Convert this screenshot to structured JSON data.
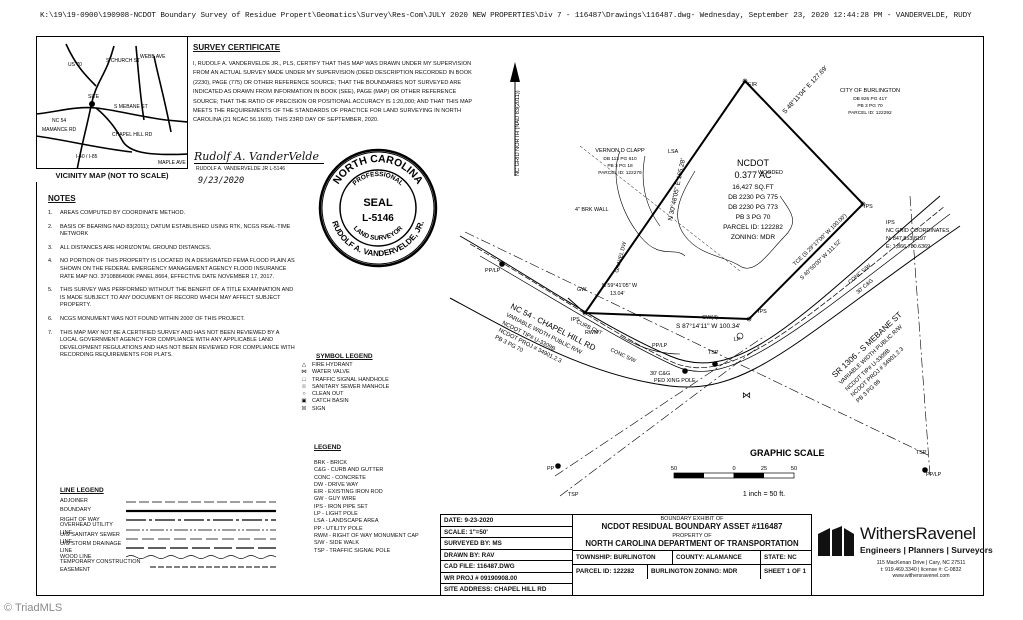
{
  "file_path": "K:\\19\\19-0900\\190908-NCDOT Boundary Survey of Residue Propert\\Geomatics\\Survey\\Res-Com\\JULY 2020 NEW PROPERTIES\\Div 7 - 116487\\Drawings\\116487.dwg- Wednesday, September 23, 2020 12:44:28 PM - VANDERVELDE, RUDY",
  "vicinity_map": {
    "title": "VICINITY MAP (NOT TO SCALE)",
    "labels": {
      "site": "SITE",
      "us70": "US 70",
      "church": "S CHURCH ST",
      "webb": "WEBB AVE",
      "mebane": "S MEBANE ST",
      "chapel": "CHAPEL HILL RD",
      "maple": "MAPLE AVE",
      "i40": "I-40 / I-85",
      "mamance": "MAMANCE RD",
      "nc54": "NC 54"
    }
  },
  "certificate": {
    "title": "SURVEY CERTIFICATE",
    "body": "I, RUDOLF A. VANDERVELDE JR., PLS, CERTIFY THAT THIS MAP WAS DRAWN UNDER MY SUPERVISION FROM AN ACTUAL SURVEY MADE UNDER MY SUPERVISION (DEED DESCRIPTION RECORDED IN BOOK (2230), PAGE (775) OR OTHER REFERENCE SOURCE; THAT THE BOUNDARIES NOT SURVEYED ARE INDICATED AS DRAWN FROM INFORMATION IN BOOK (SEE), PAGE (MAP) OR OTHER REFERENCE SOURCE; THAT THE RATIO OF PRECISION OR POSITIONAL ACCURACY IS 1:20,000; AND THAT THIS MAP MEETS THE REQUIREMENTS OF THE STANDARDS OF PRACTICE FOR LAND SURVEYING IN NORTH CAROLINA (21 NCAC 56.1600). THIS 23RD DAY OF SEPTEMBER, 2020.",
    "signature": "Rudolf A. VanderVelde",
    "signature_sub": "RUDOLF A. VANDERVELDE JR L-5146",
    "signed_date": "9/23/2020",
    "seal": {
      "top": "NORTH CAROLINA",
      "mid": "PROFESSIONAL",
      "seal": "SEAL",
      "number": "L-5146",
      "lower": "LAND SURVEYOR",
      "name": "RUDOLF A. VANDERVELDE, JR."
    }
  },
  "notes": {
    "title": "NOTES",
    "items": [
      {
        "n": "1.",
        "text": "AREAS COMPUTED BY COORDINATE METHOD."
      },
      {
        "n": "2.",
        "text": "BASIS OF BEARING NAD 83(2011); DATUM ESTABLISHED USING RTK, NCGS REAL-TIME NETWORK"
      },
      {
        "n": "3.",
        "text": "ALL DISTANCES ARE HORIZONTAL GROUND DISTANCES."
      },
      {
        "n": "4.",
        "text": "NO PORTION OF THIS PROPERTY IS LOCATED IN A DESIGNATED FEMA FLOOD PLAIN AS SHOWN ON THE FEDERAL EMERGENCY MANAGEMENT AGENCY FLOOD INSURANCE RATE MAP NO. 3710886400K PANEL 8664, EFFECTIVE DATE NOVEMBER 17, 2017."
      },
      {
        "n": "5.",
        "text": "THIS SURVEY WAS PERFORMED WITHOUT THE BENEFIT OF A TITLE EXAMINATION AND IS MADE SUBJECT TO ANY DOCUMENT OF RECORD WHICH MAY AFFECT SUBJECT PROPERTY."
      },
      {
        "n": "6.",
        "text": "NCGS MONUMENT WAS NOT FOUND WITHIN 2000' OF THIS PROJECT."
      },
      {
        "n": "7.",
        "text": "THIS MAP MAY NOT BE A CERTIFIED SURVEY AND HAS NOT BEEN REVIEWED BY A LOCAL GOVERNMENT AGENCY FOR COMPLIANCE WITH ANY APPLICABLE LAND DEVELOPMENT REGULATIONS AND HAS NOT BEEN REVIEWED FOR COMPLIANCE WITH RECORDING REQUIREMENTS FOR PLATS."
      }
    ]
  },
  "line_legend": {
    "title": "LINE LEGEND",
    "items": [
      "ADJOINER",
      "BOUNDARY",
      "RIGHT OF WAY",
      "OVERHEAD UTILITY LINE",
      "U/G SANITARY SEWER LINE",
      "U/G STORM DRAINAGE LINE",
      "WOOD LINE",
      "TEMPORARY CONSTRUCTION EASEMENT"
    ]
  },
  "symbol_legend": {
    "title": "SYMBOL LEGEND",
    "items": [
      "FIRE HYDRANT",
      "WATER VALVE",
      "TRAFFIC SIGNAL HANDHOLE",
      "SANITARY SEWER MANHOLE",
      "CLEAN OUT",
      "CATCH BASIN",
      "SIGN"
    ]
  },
  "abbr_legend": {
    "title": "LEGEND",
    "items": [
      "BRK - BRICK",
      "C&G - CURB AND GUTTER",
      "CONC - CONCRETE",
      "DW - DRIVE WAY",
      "EIR - EXISTING IRON ROD",
      "GW - GUY WIRE",
      "IPS - IRON PIPE SET",
      "LP - LIGHT POLE",
      "LSA - LANDSCAPE AREA",
      "PP - UTILITY POLE",
      "RWM - RIGHT OF WAY MONUMENT CAP",
      "S/W - SIDE WALK",
      "TSP - TRAFFIC SIGNAL POLE"
    ]
  },
  "plan": {
    "parcel": {
      "owner": "NCDOT",
      "acres": "0.377 AC",
      "sqft": "16,427 SQ.FT",
      "db1": "DB 2230 PG 775",
      "db2": "DB 2230 PG 773",
      "pb": "PB 3 PG 70",
      "parcel_id": "PARCEL ID: 122282",
      "zoning": "ZONING: MDR"
    },
    "adjoiner_clapp": [
      "VERNON D CLAPP",
      "DB 113 PG 610",
      "PB 3 PG 18",
      "PARCEL ID: 122279"
    ],
    "adjoiner_city": [
      "CITY OF BURLINGTON",
      "DB 926 PG 417",
      "PB 3 PG 70",
      "PARCEL ID: 122292"
    ],
    "grid_north": "NC GRID NORTH (NAD 83(2011))",
    "grid_coords": [
      "IPS",
      "NC GRID COORDINATES",
      "N: 847,853.8197",
      "E: 1,866,780.6369"
    ],
    "bearings": {
      "north_east": "S 48°11'04\" E  127.69'",
      "west": "N 30°48'05\" E  165.28'",
      "south": "S 87°14'11\" W  100.34'",
      "se_tce": "TCE (S 29°17'00\" W  100.00')",
      "se": "S 40°50'00\" W  111.52'",
      "tie": "N 59°41'05\" W",
      "tie_dist": "13.04'"
    },
    "labels": {
      "eir": "EIR",
      "lsa": "LSA",
      "wooded": "WOODED",
      "gravel": "GRAVEL DW",
      "brk_wall": "4\" BRK WALL",
      "gw": "GW",
      "rwm": "RWM",
      "ips": "IPS",
      "gw4": "GW(4)",
      "lp": "LP",
      "tsp": "TSP",
      "pp": "PP",
      "pplp": "PP/LP",
      "curb": "CURB CUT",
      "conc_sw": "CONC S/W",
      "cg": "30' C&G",
      "cg2": "30' C&G",
      "conc2": "CONC S/W",
      "ped": "PED XING POLE"
    },
    "nc54": [
      "NC 54 - CHAPEL HILL RD",
      "VARIABLE WIDTH PUBLIC R/W",
      "NCDOT TIP# U-3309B",
      "NCDOT PROJ # 34901.2.3",
      "PB 3 PG 70"
    ],
    "sr1306": [
      "SR 1306 - S MEBANE ST",
      "VARIABLE WIDTH PUBLIC R/W",
      "NCDOT TIP# U-3309B",
      "NCDOT PROJ # 34901.2.3",
      "PB 3 PG 98"
    ],
    "graphic_scale": {
      "title": "GRAPHIC SCALE",
      "ticks": [
        "50",
        "0",
        "25",
        "50"
      ],
      "text": "1 inch = 50 ft."
    }
  },
  "title_block": {
    "date": "DATE: 9-23-2020",
    "scale": "SCALE: 1\"=50'",
    "surveyed": "SURVEYED BY: MS",
    "drawn": "DRAWN BY: RAV",
    "cad": "CAD FILE: 116487.DWG",
    "wr_proj": "WR PROJ # 09190908.00",
    "site": "SITE ADDRESS: CHAPEL HILL RD",
    "exhibit_sub": "BOUNDARY EXHIBIT OF",
    "exhibit": "NCDOT RESIDUAL BOUNDARY ASSET #116487",
    "prop_sub": "PROPERTY OF",
    "owner": "NORTH CAROLINA DEPARTMENT OF TRANSPORTATION",
    "township": "TOWNSHIP: BURLINGTON",
    "county": "COUNTY: ALAMANCE",
    "state": "STATE: NC",
    "parcel": "PARCEL ID: 122282",
    "zoning": "BURLINGTON ZONING: MDR",
    "sheet": "SHEET 1 OF 1"
  },
  "firm": {
    "name": "WithersRavenel",
    "tagline": "Engineers | Planners | Surveyors",
    "address": "115 MacKenan Drive | Cary, NC 27511",
    "phone": "t: 919.469.3340 | license #: C-0832",
    "web": "www.withersravenel.com"
  },
  "watermark": "© TriadMLS"
}
